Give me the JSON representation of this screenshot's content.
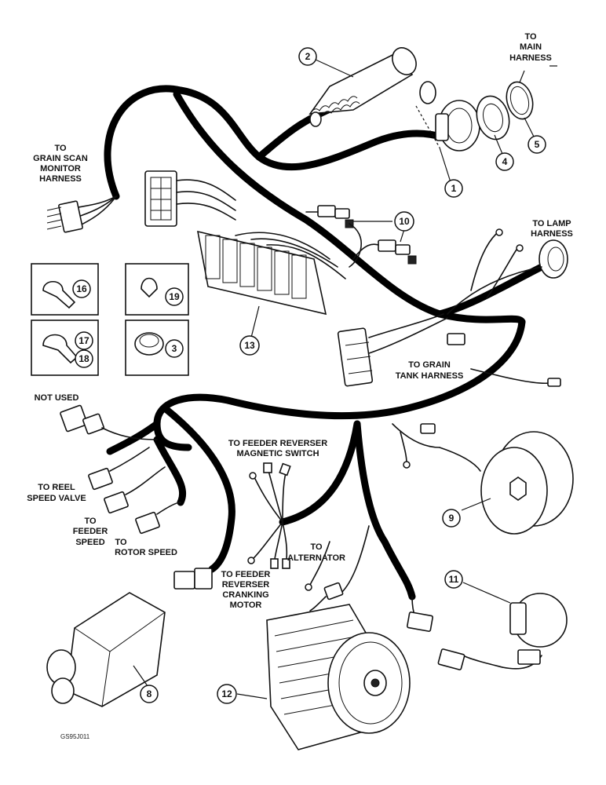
{
  "labels": {
    "to_main_harness_1": "TO",
    "to_main_harness_2": "MAIN",
    "to_main_harness_3": "HARNESS",
    "grain_scan_1": "TO",
    "grain_scan_2": "GRAIN SCAN",
    "grain_scan_3": "MONITOR",
    "grain_scan_4": "HARNESS",
    "lamp_1": "TO LAMP",
    "lamp_2": "HARNESS",
    "grain_tank_1": "TO GRAIN",
    "grain_tank_2": "TANK HARNESS",
    "not_used": "NOT USED",
    "feeder_rev_mag_1": "TO FEEDER REVERSER",
    "feeder_rev_mag_2": "MAGNETIC SWITCH",
    "reel_1": "TO REEL",
    "reel_2": "SPEED VALVE",
    "feeder_speed_1": "TO",
    "feeder_speed_2": "FEEDER",
    "feeder_speed_3": "SPEED",
    "rotor_1": "TO",
    "rotor_2": "ROTOR SPEED",
    "alternator_1": "TO",
    "alternator_2": "ALTERNATOR",
    "cranking_1": "TO FEEDER",
    "cranking_2": "REVERSER",
    "cranking_3": "CRANKING",
    "cranking_4": "MOTOR"
  },
  "callouts": {
    "c1": "1",
    "c2": "2",
    "c3": "3",
    "c4": "4",
    "c5": "5",
    "c8": "8",
    "c9": "9",
    "c10": "10",
    "c11": "11",
    "c12": "12",
    "c13": "13",
    "c16": "16",
    "c17": "17",
    "c18": "18",
    "c19": "19"
  },
  "figure_code": "GS95J011"
}
